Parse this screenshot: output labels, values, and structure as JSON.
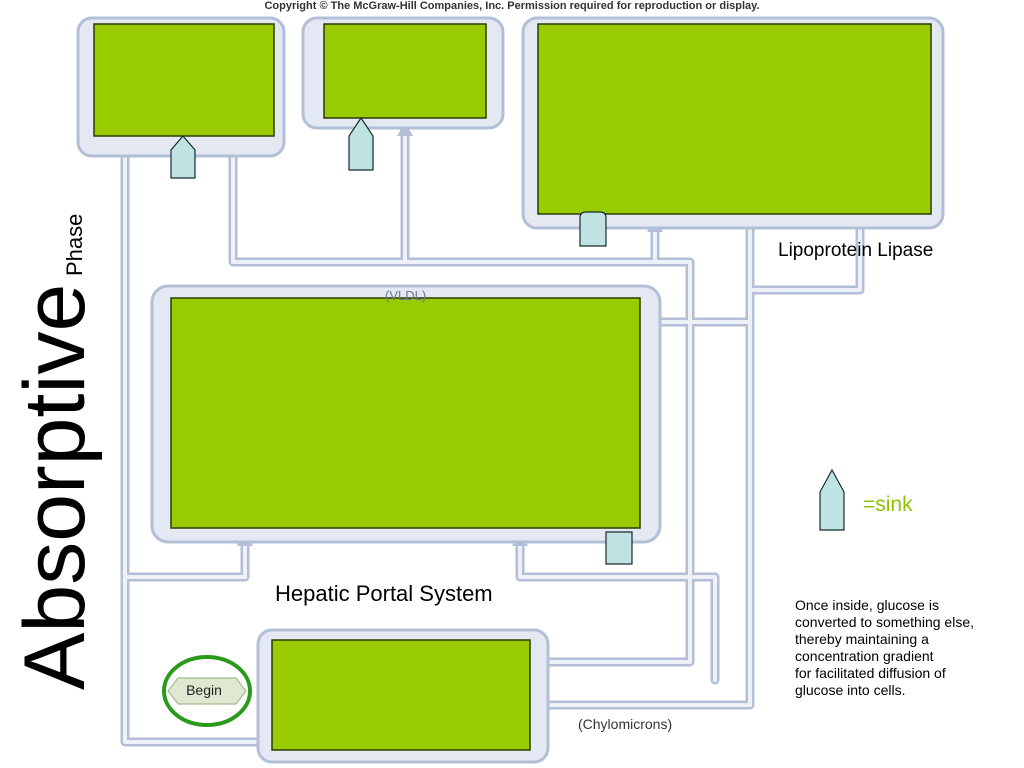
{
  "copyright": "Copyright © The McGraw-Hill Companies, Inc. Permission required for reproduction or display.",
  "title": "Absorptive",
  "title_sub": "Phase",
  "labels": {
    "lipoprotein_lipase": "Lipoprotein Lipase",
    "hepatic_portal": "Hepatic Portal System",
    "chylomicrons": "(Chylomicrons)",
    "sink_legend": "=sink",
    "begin": "Begin",
    "vldl_partial": "(VLDL)"
  },
  "note_lines": [
    "Once inside, glucose is",
    "converted to something else,",
    "thereby maintaining a",
    "concentration gradient",
    "for  facilitated diffusion of",
    "glucose into cells."
  ],
  "colors": {
    "box_fill": "#99cc00",
    "frame_fill": "#e3e8f2",
    "frame_stroke": "#b3bfd6",
    "sink_fill": "#bfe3e3",
    "begin_ring": "#2a9a1a",
    "begin_fill": "#dfe8d0"
  }
}
